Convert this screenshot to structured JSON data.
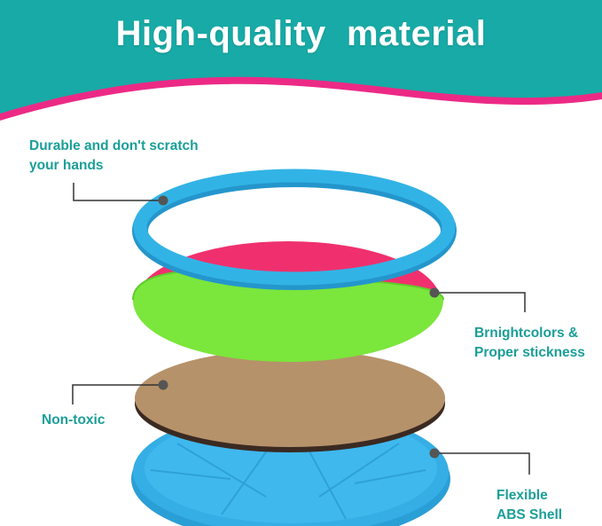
{
  "title": "High-quality  material",
  "colors": {
    "teal": "#18aaa6",
    "pink": "#ec2a86",
    "label": "#1a9e98",
    "ring": "#32b3e6",
    "hook": "#f0306e",
    "loop": "#7be63c",
    "board": "#b6926a",
    "shell": "#34aee4"
  },
  "callouts": {
    "durable": {
      "line1": "Durable and don't scratch",
      "line2": "your hands"
    },
    "bright": {
      "line1": "Brnightcolors &",
      "line2": "Proper stickness"
    },
    "nontoxic": {
      "line1": "Non-toxic"
    },
    "shell": {
      "line1": "Flexible",
      "line2": "ABS Shell"
    }
  }
}
